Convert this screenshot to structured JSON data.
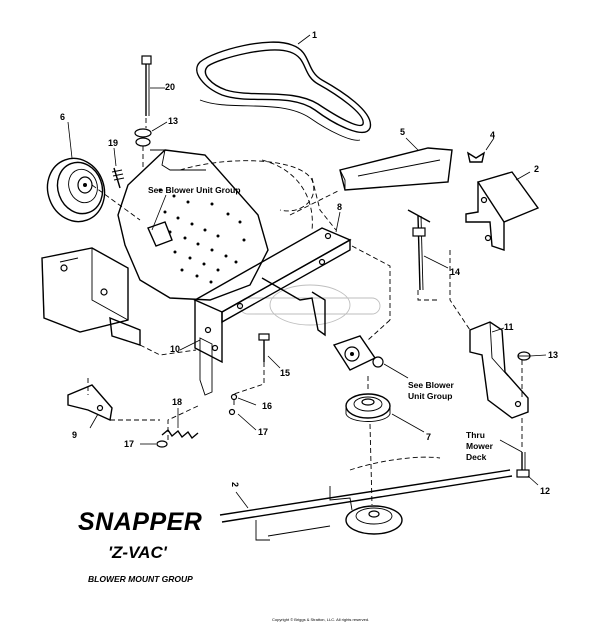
{
  "title": {
    "brand": "SNAPPER",
    "model": "'Z-VAC'",
    "subtitle": "BLOWER MOUNT GROUP"
  },
  "copyright": "Copyright © Briggs & Stratton, LLC. All rights reserved.",
  "callouts": [
    "1",
    "2",
    "4",
    "5",
    "6",
    "7",
    "8",
    "9",
    "10",
    "11",
    "12",
    "13",
    "13",
    "14",
    "15",
    "16",
    "17",
    "17",
    "18",
    "19",
    "20",
    "2"
  ],
  "notes": {
    "blower_top": "See Blower Unit Group",
    "blower_right_1": "See Blower",
    "blower_right_2": "Unit Group",
    "thru_1": "Thru",
    "thru_2": "Mower",
    "thru_3": "Deck"
  }
}
